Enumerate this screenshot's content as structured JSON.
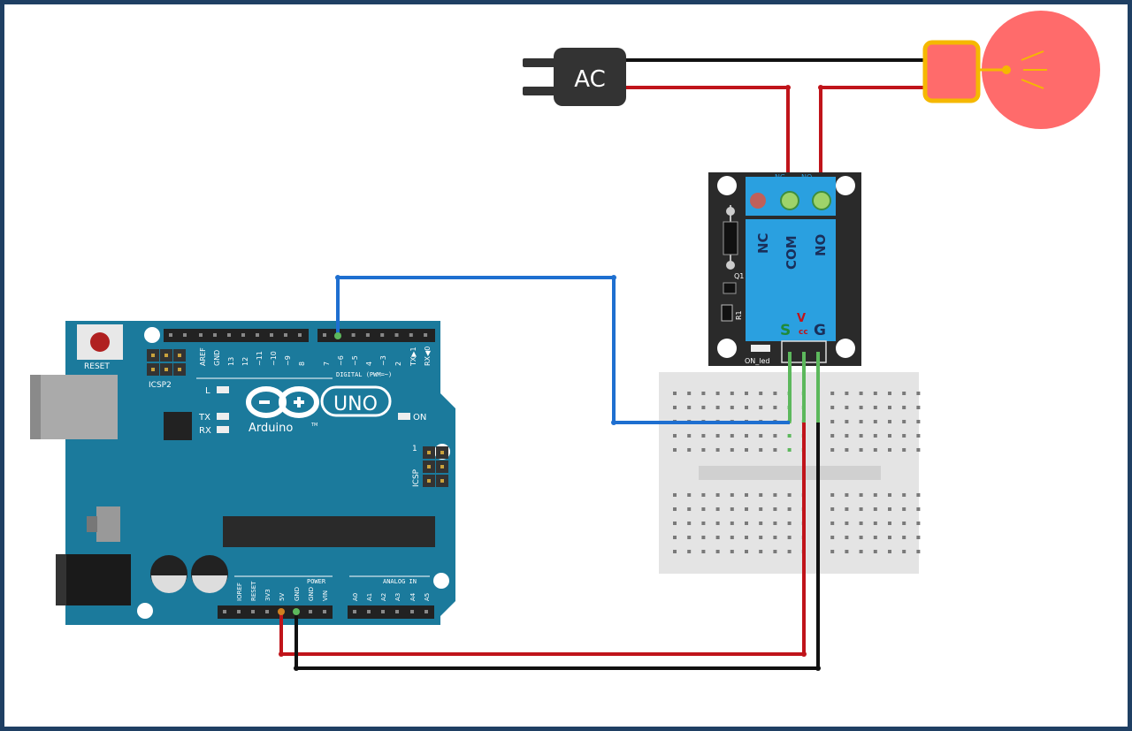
{
  "ac_source": {
    "label": "AC"
  },
  "arduino": {
    "brand": "Arduino",
    "model": "UNO",
    "reset_label": "RESET",
    "icsp2_label": "ICSP2",
    "icsp_label": "ICSP",
    "icsp_pin1": "1",
    "led_l": "L",
    "led_tx": "TX",
    "led_rx": "RX",
    "led_on": "ON",
    "digital_label": "DIGITAL (PWM=~)",
    "power_label": "POWER",
    "analog_label": "ANALOG IN",
    "digital_pins": [
      "AREF",
      "GND",
      "13",
      "12",
      "~11",
      "~10",
      "~9",
      "8",
      "7",
      "~6",
      "~5",
      "4",
      "~3",
      "2",
      "TX▶1",
      "RX◀0"
    ],
    "power_pins": [
      "IOREF",
      "RESET",
      "3V3",
      "5V",
      "GND",
      "GND",
      "VIN"
    ],
    "analog_pins": [
      "A0",
      "A1",
      "A2",
      "A3",
      "A4",
      "A5"
    ]
  },
  "relay": {
    "terminal_nc_small": "NC",
    "terminal_no_small": "NO",
    "nc": "NC",
    "com": "COM",
    "no": "NO",
    "s": "S",
    "vcc_v": "V",
    "vcc_cc": "cc",
    "g": "G",
    "on_led": "ON_led",
    "q1": "Q1",
    "r1": "R1"
  },
  "colors": {
    "frame": "#1f3f63",
    "board": "#1b7a9c",
    "relay_body": "#2a2a2a",
    "relay_block": "#2aa0e0",
    "wire_red": "#c0141a",
    "wire_black": "#111111",
    "wire_blue": "#1e6fd0",
    "wire_green": "#5cb85c",
    "bulb": "#ff6b6b",
    "bulb_base": "#f5b800"
  }
}
